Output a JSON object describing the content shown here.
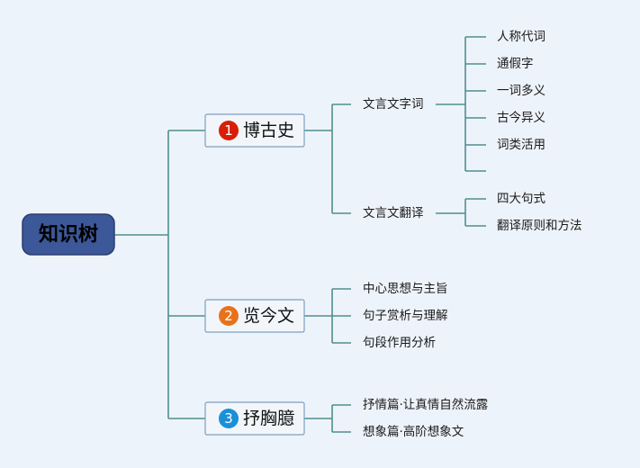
{
  "colors": {
    "background": "#edf3fa",
    "line": "#4f8f90",
    "root_fill": "#3c5898",
    "root_stroke": "#2a3f6e",
    "branch_fill": "#f2f6fb",
    "branch_stroke": "#7aa0c4",
    "badge_1": "#d81e06",
    "badge_2": "#e8721c",
    "badge_3": "#1b8fd8"
  },
  "root": {
    "label": "知识树"
  },
  "branches": [
    {
      "number": "1",
      "label": "博古史",
      "children": [
        {
          "label": "文言文字词",
          "children": [
            "人称代词",
            "通假字",
            "一词多义",
            "古今异义",
            "词类活用",
            ""
          ]
        },
        {
          "label": "文言文翻译",
          "children": [
            "四大句式",
            "翻译原则和方法"
          ]
        }
      ]
    },
    {
      "number": "2",
      "label": "览今文",
      "children": [
        {
          "label": "中心思想与主旨",
          "children": []
        },
        {
          "label": "句子赏析与理解",
          "children": []
        },
        {
          "label": "句段作用分析",
          "children": []
        }
      ]
    },
    {
      "number": "3",
      "label": "抒胸臆",
      "children": [
        {
          "label": "抒情篇·让真情自然流露",
          "children": []
        },
        {
          "label": "想象篇·高阶想象文",
          "children": []
        }
      ]
    }
  ]
}
